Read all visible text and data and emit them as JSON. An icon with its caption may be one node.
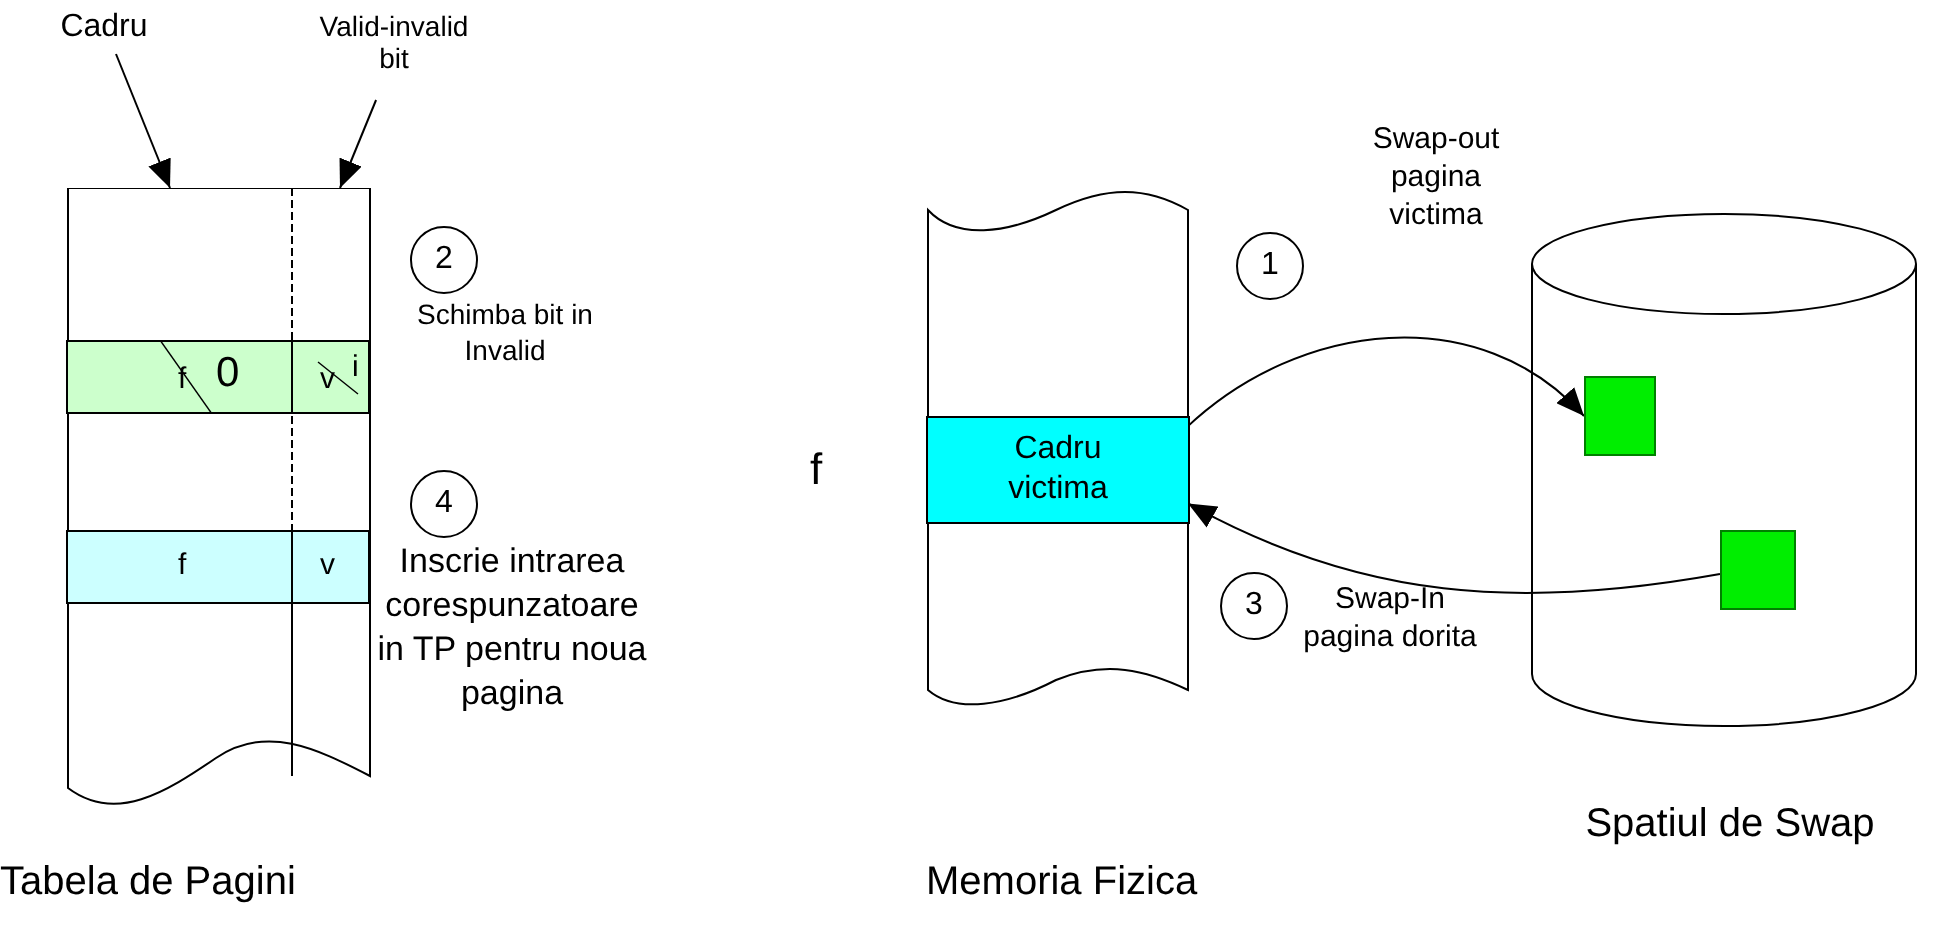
{
  "diagram": {
    "nodes": [
      {
        "text": [
          "Tabela de Pagini"
        ]
      },
      {
        "text": [
          "f",
          "0",
          "v",
          "i"
        ],
        "in": 0
      },
      {
        "text": [
          "f",
          "v"
        ],
        "in": 0
      },
      {
        "text": [
          "Cadru"
        ]
      },
      {
        "text": [
          "Valid-invalid bit"
        ]
      },
      {
        "text": [
          "Memoria Fizica"
        ]
      },
      {
        "text": [
          "Cadru victima"
        ],
        "in": 5,
        "beside": [
          "f"
        ]
      },
      {
        "text": [
          "Spatiul de Swap"
        ]
      },
      {
        "text": [],
        "shape": "box",
        "in": 7
      },
      {
        "text": [],
        "shape": "box",
        "in": 7
      }
    ],
    "edges": [
      {
        "from": 3,
        "to": 0,
        "arrow": "to"
      },
      {
        "from": 4,
        "to": 0,
        "arrow": "to"
      },
      {
        "from": 6,
        "to": 8,
        "arrow": "to",
        "label": "Swap-out pagina victima"
      },
      {
        "from": 9,
        "to": 6,
        "arrow": "to",
        "label": "Swap-In pagina dorita"
      }
    ],
    "labels": [
      "1",
      "2",
      "Schimba bit in Invalid",
      "4",
      "Inscrie intrarea corespunzatoare in TP pentru noua pagina",
      "3"
    ]
  }
}
